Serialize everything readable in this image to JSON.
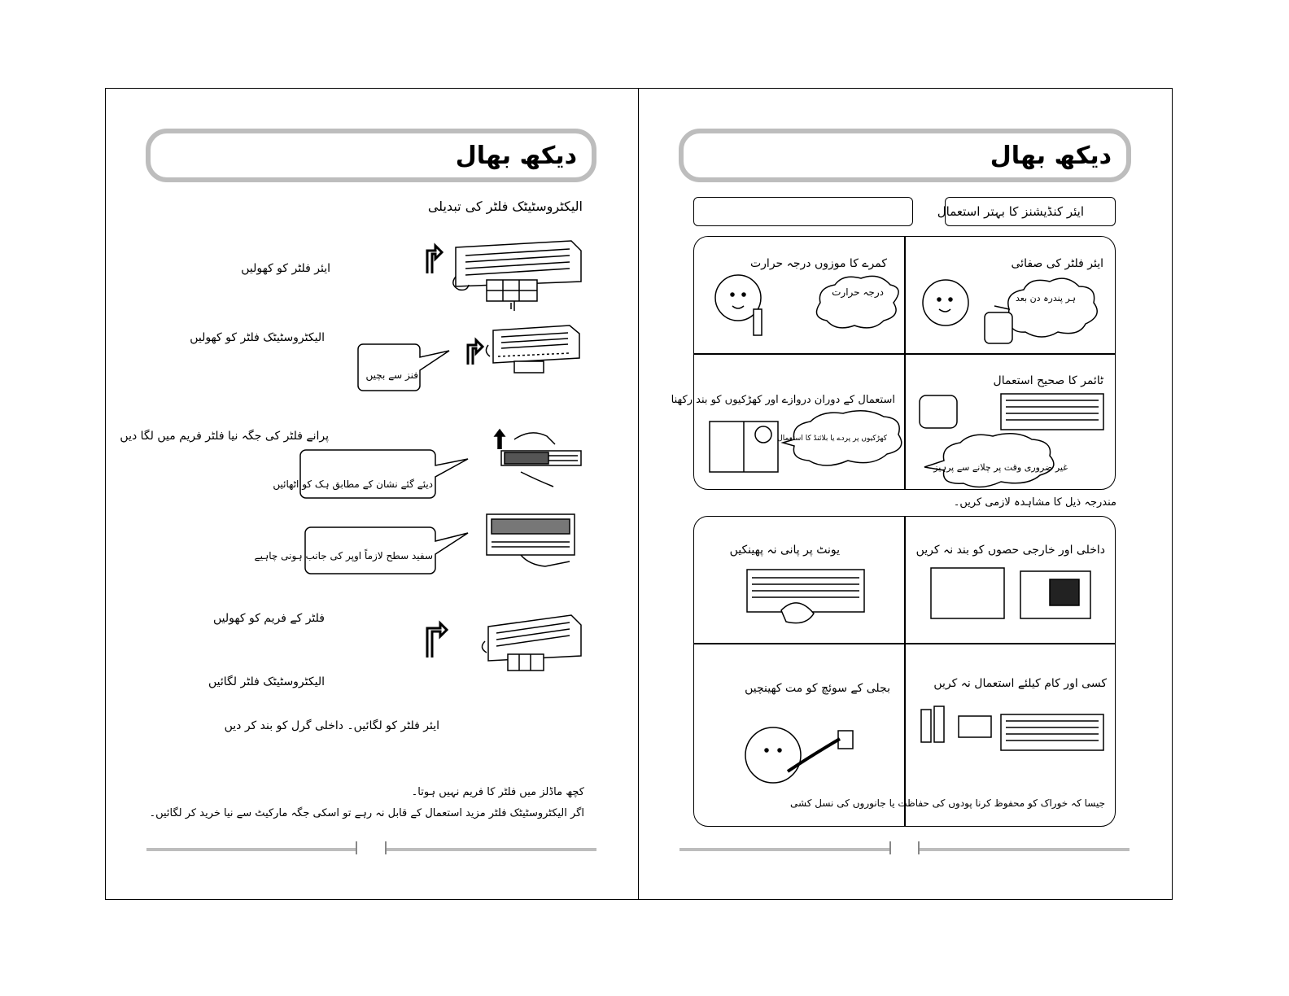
{
  "left_page": {
    "title": "دیکھ بھال",
    "subtitle": "الیکٹروسٹیٹک فلٹر کی تبدیلی",
    "steps": {
      "open_air_filter": "ایئر فلٹر کو کھولیں",
      "open_electrostatic": "الیکٹروسٹیٹک فلٹر کو کھولیں",
      "avoid_fins": "فنز سے بچیں",
      "replace_old": "پرانے فلٹر کی جگہ نیا فلٹر فریم میں لگا دیں",
      "lift_hook": "دیئے گئے نشان کے مطابق ہک کو اٹھائیں",
      "white_side_up": "سفید سطح لازماً اوپر کی جانب ہونی چاہیے",
      "open_frame": "فلٹر کے فریم کو کھولیں",
      "fit_electrostatic": "الیکٹروسٹیٹک فلٹر لگائیں",
      "fit_air_filter": "ایئر فلٹر کو لگائیں۔ داخلی گرل کو بند کر دیں"
    },
    "notes": {
      "line1": "کچھ ماڈلز میں فلٹر کا فریم نہیں ہوتا۔",
      "line2": "اگر الیکٹروسٹیٹک فلٹر مزید استعمال کے قابل نہ رہے تو اسکی جگہ مارکیٹ سے نیا خرید کر لگائیں۔"
    }
  },
  "right_page": {
    "title": "دیکھ بھال",
    "section_label": "ایئر کنڈیشنز کا بہتر استعمال",
    "empty_label": "",
    "grid_top": {
      "air_filter_cleaning": "ایئر فلٹر کی صفائی",
      "every_fifteen_days": "ہر پندرہ دن بعد",
      "room_temp": "کمرے کا موزوں درجہ حرارت",
      "temperature": "درجہ حرارت",
      "timer_use": "ٹائمر کا صحیح استعمال",
      "avoid_unneeded": "غیر ضروری وقت پر چلانے سے پرہیز",
      "close_doors": "استعمال کے دوران دروازے اور کھڑکیوں کو بند رکھنا",
      "curtains": "کھڑکیوں پر پردے یا بلائنڈ کا استعمال"
    },
    "observe_note": "مندرجہ ذیل کا مشاہدہ لازمی کریں۔",
    "grid_bottom": {
      "dont_block": "داخلی اور خارجی حصوں کو بند نہ کریں",
      "no_water": "یونٹ پر پانی نہ پھینکیں",
      "no_other_use": "کسی اور کام کیلئے استعمال نہ کریں",
      "food_note": "جیسا کہ خوراک کو محفوظ کرنا پودوں کی حفاظت یا جانوروں کی نسل کشی",
      "dont_pull_plug": "بجلی کے سوئچ کو مت کھینچیں"
    }
  }
}
